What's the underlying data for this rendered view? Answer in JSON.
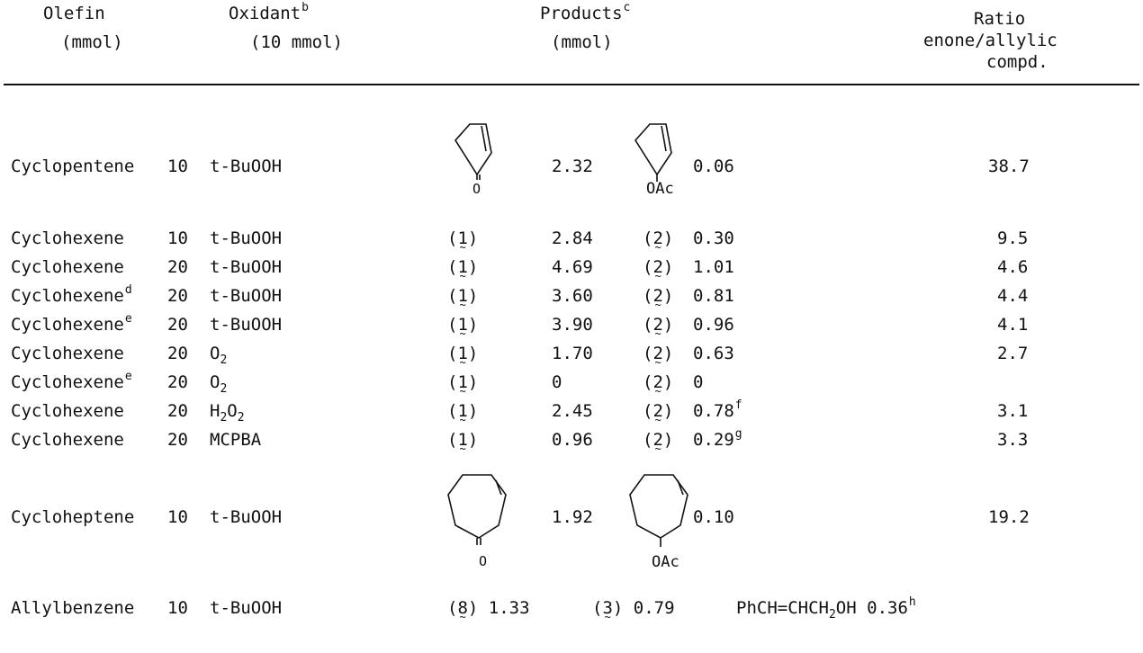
{
  "header": {
    "olefin": "Olefin",
    "olefin_unit": "(mmol)",
    "oxidant": "Oxidant",
    "oxidant_note": "b",
    "oxidant_unit": "(10 mmol)",
    "products": "Products",
    "products_note": "c",
    "products_unit": "(mmol)",
    "ratio_l1": "Ratio",
    "ratio_l2": "enone/allylic",
    "ratio_l3": "compd."
  },
  "structure_labels": {
    "carbonyl_o": "O",
    "acetoxy": "OAc"
  },
  "rows": [
    {
      "olefin": "Cyclopentene",
      "note": "",
      "mmol": "10",
      "oxidant": "t-BuOOH",
      "enone_amt": "2.32",
      "allylic_amt": "0.06",
      "allylic_note": "",
      "ratio": "38.7"
    },
    {
      "olefin": "Cyclohexene",
      "note": "",
      "mmol": "10",
      "oxidant": "t-BuOOH",
      "enone_ref": "1",
      "enone_amt": "2.84",
      "allylic_ref": "2",
      "allylic_amt": "0.30",
      "allylic_note": "",
      "ratio": "9.5"
    },
    {
      "olefin": "Cyclohexene",
      "note": "",
      "mmol": "20",
      "oxidant": "t-BuOOH",
      "enone_ref": "1",
      "enone_amt": "4.69",
      "allylic_ref": "2",
      "allylic_amt": "1.01",
      "allylic_note": "",
      "ratio": "4.6"
    },
    {
      "olefin": "Cyclohexene",
      "note": "d",
      "mmol": "20",
      "oxidant": "t-BuOOH",
      "enone_ref": "1",
      "enone_amt": "3.60",
      "allylic_ref": "2",
      "allylic_amt": "0.81",
      "allylic_note": "",
      "ratio": "4.4"
    },
    {
      "olefin": "Cyclohexene",
      "note": "e",
      "mmol": "20",
      "oxidant": "t-BuOOH",
      "enone_ref": "1",
      "enone_amt": "3.90",
      "allylic_ref": "2",
      "allylic_amt": "0.96",
      "allylic_note": "",
      "ratio": "4.1"
    },
    {
      "olefin": "Cyclohexene",
      "note": "",
      "mmol": "20",
      "oxidant_main": "O",
      "oxidant_sub": "2",
      "enone_ref": "1",
      "enone_amt": "1.70",
      "allylic_ref": "2",
      "allylic_amt": "0.63",
      "allylic_note": "",
      "ratio": "2.7"
    },
    {
      "olefin": "Cyclohexene",
      "note": "e",
      "mmol": "20",
      "oxidant_main": "O",
      "oxidant_sub": "2",
      "enone_ref": "1",
      "enone_amt": "0",
      "allylic_ref": "2",
      "allylic_amt": "0",
      "allylic_note": "",
      "ratio": ""
    },
    {
      "olefin": "Cyclohexene",
      "note": "",
      "mmol": "20",
      "oxidant_h2o2": {
        "a": "H",
        "b": "2",
        "c": "O",
        "d": "2"
      },
      "enone_ref": "1",
      "enone_amt": "2.45",
      "allylic_ref": "2",
      "allylic_amt": "0.78",
      "allylic_note": "f",
      "ratio": "3.1"
    },
    {
      "olefin": "Cyclohexene",
      "note": "",
      "mmol": "20",
      "oxidant": "MCPBA",
      "enone_ref": "1",
      "enone_amt": "0.96",
      "allylic_ref": "2",
      "allylic_amt": "0.29",
      "allylic_note": "g",
      "ratio": "3.3"
    },
    {
      "olefin": "Cycloheptene",
      "note": "",
      "mmol": "10",
      "oxidant": "t-BuOOH",
      "enone_amt": "1.92",
      "allylic_amt": "0.10",
      "allylic_note": "",
      "ratio": "19.2"
    },
    {
      "olefin": "Allylbenzene",
      "note": "",
      "mmol": "10",
      "oxidant": "t-BuOOH",
      "p1_ref": "8",
      "p1_amt": "1.33",
      "p2_ref": "3",
      "p2_amt": "0.79",
      "p3_a": "PhCH=CHCH",
      "p3_sub": "2",
      "p3_b": "OH",
      "p3_amt": "0.36",
      "p3_note": "h"
    }
  ]
}
